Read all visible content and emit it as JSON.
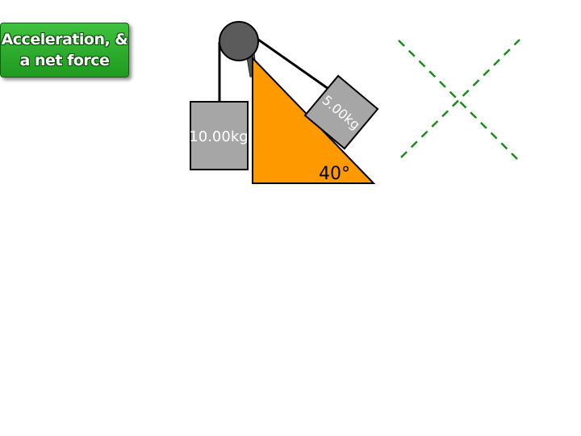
{
  "title": {
    "line1": "Acceleration, &",
    "line2": "a net force"
  },
  "hanging_block": {
    "mass_label": "10.00kg"
  },
  "incline_block": {
    "mass_label": "5.00kg"
  },
  "incline": {
    "angle_label": "40°",
    "angle_degrees": 40
  },
  "colors": {
    "incline_fill": "#ff9900",
    "block_fill": "#a6a6a6",
    "pulley_fill": "#5b5b5b",
    "axes_dash": "#1a8c1a",
    "title_green": "#2faf2f"
  }
}
